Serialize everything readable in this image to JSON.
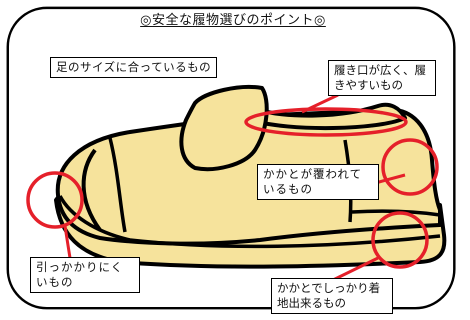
{
  "title": "◎安全な履物選びのポイント◎",
  "labels": {
    "fit": "足のサイズに合っているもの",
    "opening": "履き口が広く、履きやすいもの",
    "heel_covered": "かかとが覆われているもの",
    "no_catch": "引っかかりにくいもの",
    "heel_grounded": "かかとでしっかり着地出来るもの"
  },
  "colors": {
    "shoe_fill": "#f6e39c",
    "outline": "#000000",
    "highlight": "#e5202a",
    "frame": "#000000",
    "background": "#ffffff"
  }
}
